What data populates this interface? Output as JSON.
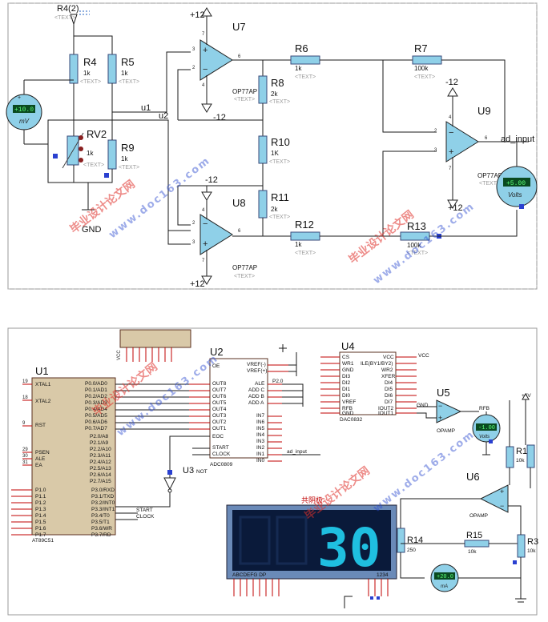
{
  "top": {
    "r4_2": "R4(2)",
    "r4": {
      "name": "R4",
      "value": "1k"
    },
    "r5": {
      "name": "R5",
      "value": "1k"
    },
    "rv2": {
      "name": "RV2",
      "value": "1k"
    },
    "r9": {
      "name": "R9",
      "value": "1k"
    },
    "r8": {
      "name": "R8",
      "value": "2k"
    },
    "r10": {
      "name": "R10",
      "value": "1K"
    },
    "r11": {
      "name": "R11",
      "value": "2k"
    },
    "r6": {
      "name": "R6",
      "value": "1k"
    },
    "r7": {
      "name": "R7",
      "value": "100k"
    },
    "r12": {
      "name": "R12",
      "value": "1k"
    },
    "r13": {
      "name": "R13",
      "value": "100k"
    },
    "u7": {
      "name": "U7",
      "part": "OP77AP"
    },
    "u8": {
      "name": "U8",
      "part": "OP77AP"
    },
    "u9": {
      "name": "U9",
      "part": "OP77AP"
    },
    "mv_meter": {
      "reading": "+10.0",
      "unit": "mV"
    },
    "v_meter": {
      "reading": "+5.00",
      "unit": "Volts"
    },
    "supplies": {
      "pos12_a": "+12",
      "neg12_a": "-12",
      "neg12_b": "-12",
      "pos12_b": "+12",
      "neg12_c": "-12",
      "pos12_c": "+12"
    },
    "nets": {
      "u1": "u1",
      "u2": "u2",
      "ad_input": "ad_input",
      "gnd": "GND"
    },
    "text_placeholder": "<TEXT>"
  },
  "bottom": {
    "u1": {
      "name": "U1",
      "part": "AT89C51"
    },
    "u2": {
      "name": "U2",
      "part": "ADC0809"
    },
    "u3": {
      "name": "U3",
      "part": "NOT"
    },
    "u4": {
      "name": "U4",
      "part": "DAC0832"
    },
    "u5": {
      "name": "U5",
      "part": "OPAMP"
    },
    "u6": {
      "name": "U6",
      "part": "OPAMP"
    },
    "r1": {
      "name": "R1",
      "value": "10k"
    },
    "r3": {
      "name": "R3",
      "value": "10k"
    },
    "r14": {
      "name": "R14",
      "value": "250"
    },
    "r15": {
      "name": "R15",
      "value": "10k"
    },
    "display_title": "共阴极",
    "display_value": "30",
    "display_segments": "ABCDEFG DP",
    "display_digits": "1234",
    "meter_v": "-1.00",
    "meter_v_unit": "Volts",
    "meter_ma": "+20.0",
    "meter_ma_unit": "mA",
    "vcc": "VCC",
    "plus6v": "+6V",
    "ad_input": "ad_input",
    "start": "START",
    "clock": "CLOCK",
    "p2_0": "P2.0",
    "gnd": "GND"
  },
  "watermarks": {
    "cn": "毕业设计论文网",
    "url": "www.doc163.com"
  },
  "chart_data": null
}
